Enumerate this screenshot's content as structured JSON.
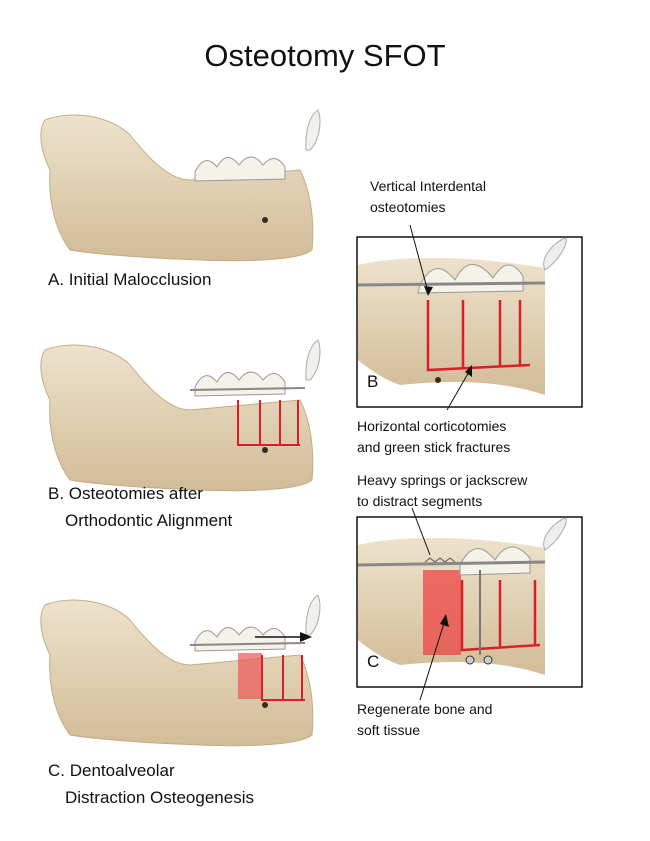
{
  "title": "Osteotomy SFOT",
  "panels": [
    {
      "label_lines": [
        "A. Initial Malocclusion"
      ]
    },
    {
      "label_lines": [
        "B. Osteotomies after",
        "Orthodontic  Alignment"
      ]
    },
    {
      "label_lines": [
        "C. Dentoalveolar",
        "Distraction Osteogenesis"
      ]
    }
  ],
  "insets": {
    "b": {
      "letter": "B",
      "top_note": [
        "Vertical Interdental",
        "osteotomies"
      ],
      "bottom_note": [
        "Horizontal corticotomies",
        "and green stick fractures"
      ]
    },
    "c": {
      "letter": "C",
      "top_note": [
        "Heavy springs or jackscrew",
        "to distract segments"
      ],
      "bottom_note": [
        "Regenerate bone and",
        "soft tissue"
      ]
    }
  },
  "colors": {
    "bone": "#e6d5b8",
    "bone_shadow": "#c9b28f",
    "osteotomy": "#d9202a",
    "tooth": "#f4f1ea"
  }
}
